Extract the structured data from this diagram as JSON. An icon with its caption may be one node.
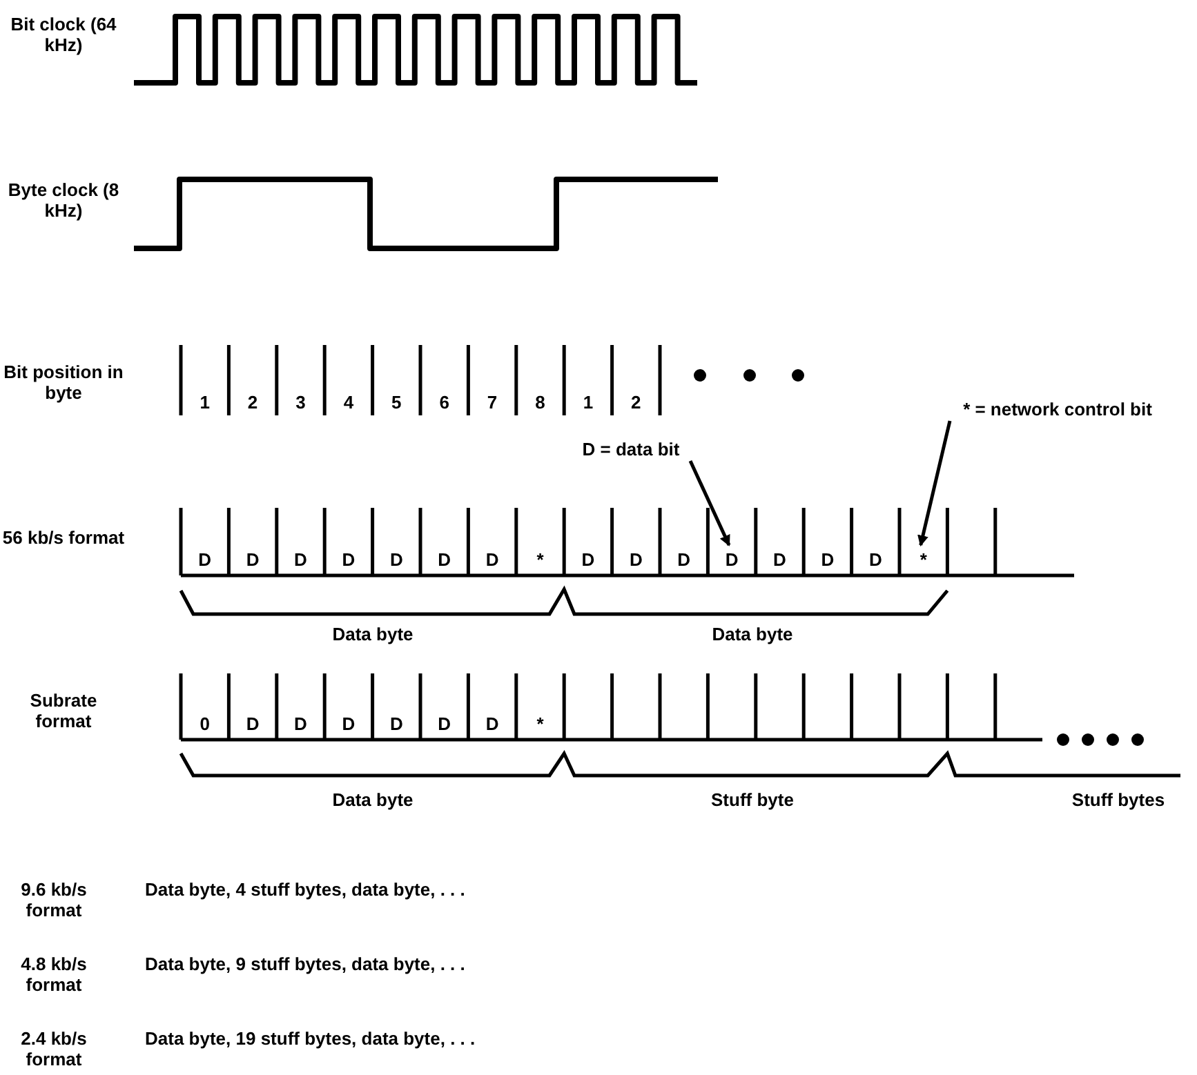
{
  "diagram": {
    "nodes": [
      {
        "text": [
          "D"
        ]
      },
      {
        "text": [
          "D"
        ]
      },
      {
        "text": [
          "D"
        ]
      },
      {
        "text": [
          "D"
        ]
      },
      {
        "text": [
          "D"
        ]
      },
      {
        "text": [
          "D"
        ]
      },
      {
        "text": [
          "D"
        ]
      },
      {
        "text": [
          "*"
        ]
      },
      {
        "text": [
          "D"
        ]
      },
      {
        "text": [
          "D"
        ]
      },
      {
        "text": [
          "D"
        ]
      },
      {
        "text": [
          "D"
        ]
      },
      {
        "text": [
          "D"
        ]
      },
      {
        "text": [
          "D"
        ]
      },
      {
        "text": [
          "D"
        ]
      },
      {
        "text": [
          "*"
        ]
      },
      {
        "text": [
          "D = data bit"
        ]
      },
      {
        "text": [
          "* = network control bit"
        ]
      }
    ],
    "edges": [
      {
        "from": 16,
        "to": 11,
        "arrow": "to"
      },
      {
        "from": 17,
        "to": 15,
        "arrow": "to"
      }
    ],
    "labels": [
      "Bit clock (64 kHz)",
      "Byte clock (8 kHz)",
      "Bit position in byte",
      "1",
      "2",
      "3",
      "4",
      "5",
      "6",
      "7",
      "8",
      "1",
      "2",
      "56 kb/s format",
      "Data byte",
      "Data byte",
      "Subrate format",
      "0",
      "D",
      "D",
      "D",
      "D",
      "D",
      "D",
      "*",
      "Data byte",
      "Stuff byte",
      "Stuff bytes",
      "9.6 kb/s format",
      "Data byte, 4 stuff bytes, data byte, . . .",
      "4.8 kb/s format",
      "Data byte, 9 stuff bytes, data byte, . . .",
      "2.4 kb/s format",
      "Data byte, 19 stuff bytes, data byte, . . ."
    ]
  }
}
